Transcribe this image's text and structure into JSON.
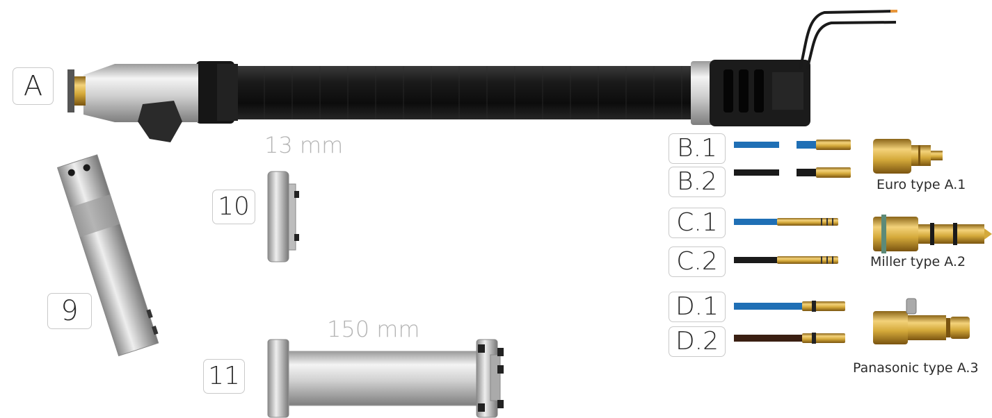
{
  "labels": {
    "a": "A",
    "p9": "9",
    "p10": "10",
    "p11": "11",
    "b1": "B.1",
    "b2": "B.2",
    "c1": "C.1",
    "c2": "C.2",
    "d1": "D.1",
    "d2": "D.2"
  },
  "dimensions": {
    "part10_width": "13 mm",
    "part11_length": "150 mm"
  },
  "connectors": {
    "euro": "Euro type A.1",
    "miller": "Miller type A.2",
    "panasonic": "Panasonic type A.3"
  },
  "colors": {
    "cable_blue": "#1f6fb5",
    "cable_black": "#1a1a1a",
    "cable_brown": "#3a1f12",
    "brass": "#d4a93a",
    "label_border": "#c9c9c9"
  }
}
